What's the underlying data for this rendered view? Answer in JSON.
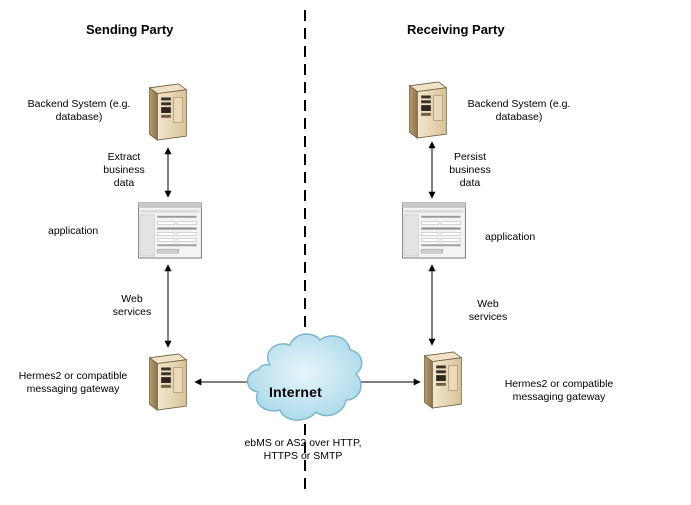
{
  "sending": {
    "title": "Sending Party",
    "backend_label": "Backend System (e.g.\ndatabase)",
    "arrow1_label": "Extract\nbusiness\ndata",
    "app_label": "application",
    "arrow2_label": "Web\nservices",
    "gateway_label": "Hermes2 or compatible\nmessaging gateway"
  },
  "receiving": {
    "title": "Receiving Party",
    "backend_label": "Backend System (e.g.\ndatabase)",
    "arrow1_label": "Persist\nbusiness\ndata",
    "app_label": "application",
    "arrow2_label": "Web\nservices",
    "gateway_label": "Hermes2 or compatible\nmessaging gateway"
  },
  "internet": {
    "label": "Internet",
    "protocol_label": "ebMS or AS2 over HTTP,\nHTTPS or SMTP"
  },
  "icons": {
    "server": "server-icon",
    "application": "application-window-icon",
    "cloud": "cloud-icon"
  }
}
